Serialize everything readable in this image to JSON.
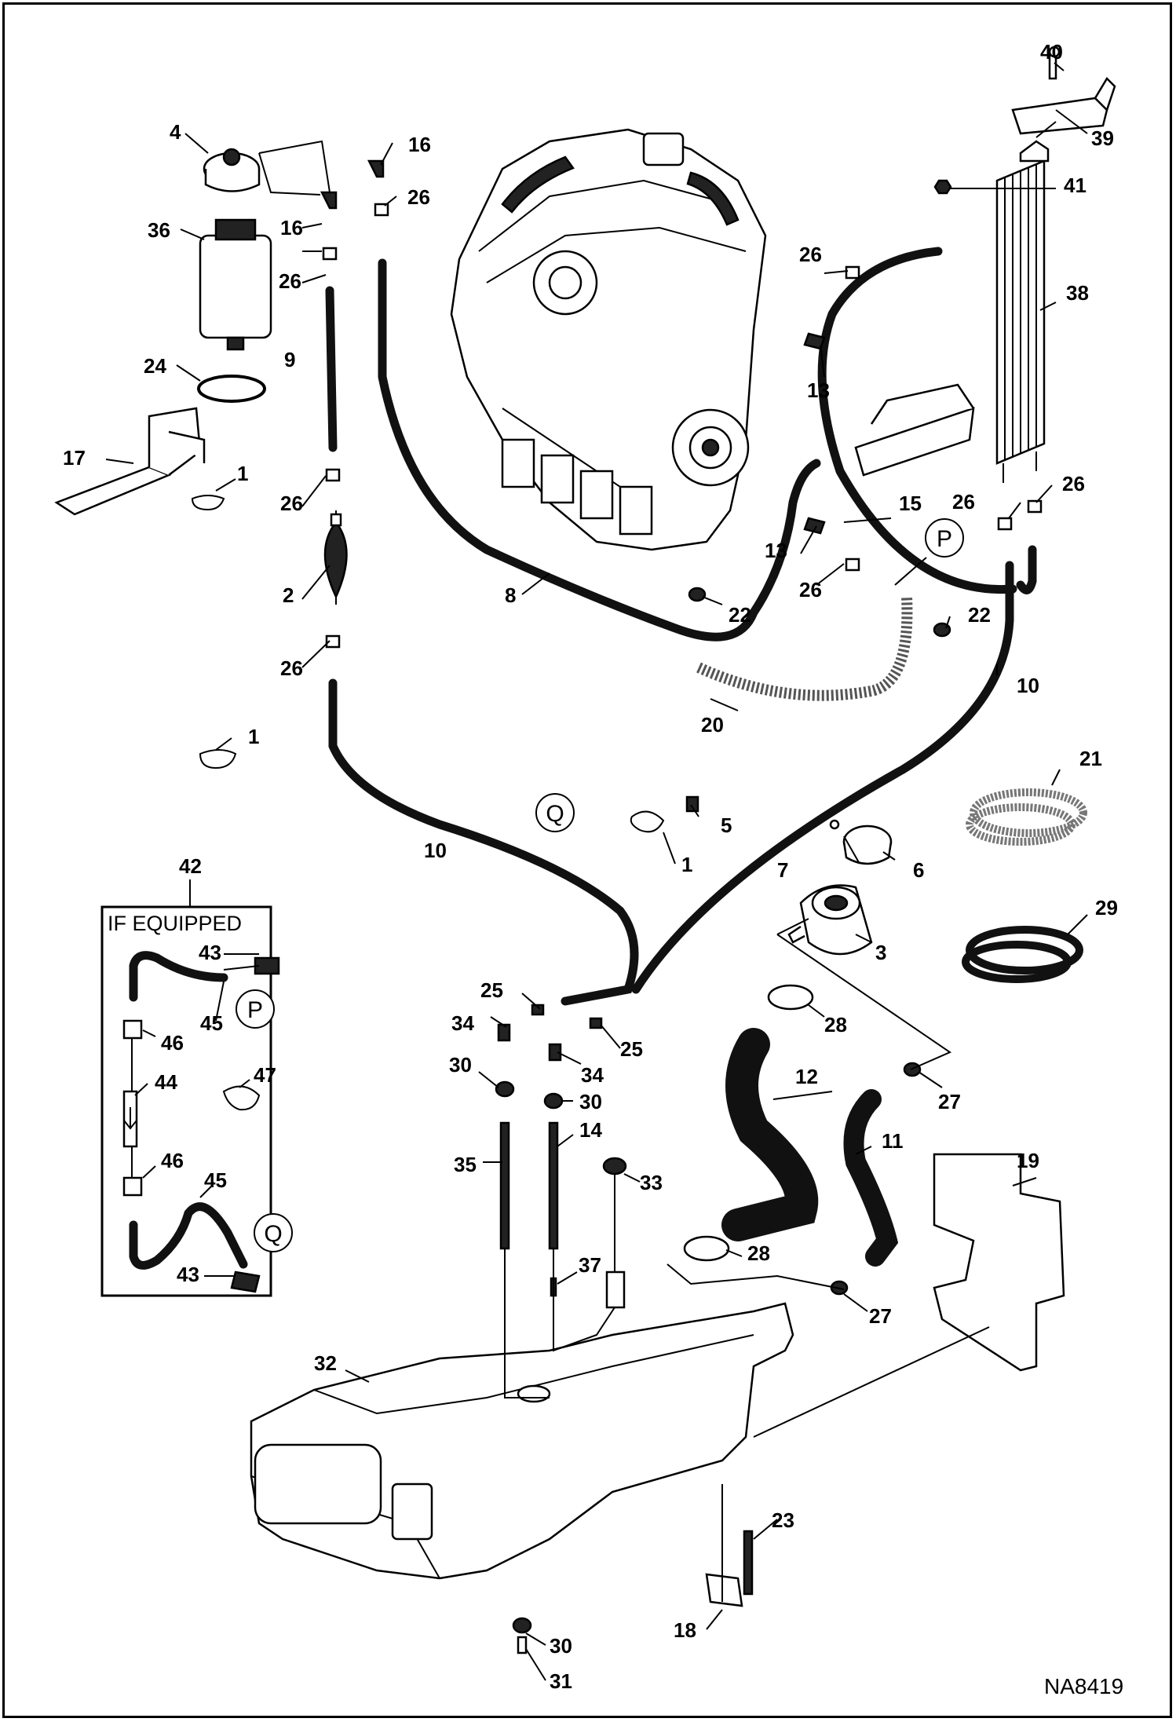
{
  "drawing_ref": "NA8419",
  "if_equipped_box": {
    "title": "IF EQUIPPED",
    "callout": "42"
  },
  "connection_markers": {
    "p": "P",
    "q": "Q"
  },
  "callouts": {
    "c1a": "1",
    "c1b": "1",
    "c1c": "1",
    "c2": "2",
    "c3": "3",
    "c4": "4",
    "c5": "5",
    "c6": "6",
    "c7": "7",
    "c8": "8",
    "c9": "9",
    "c10a": "10",
    "c10b": "10",
    "c11": "11",
    "c12": "12",
    "c13a": "13",
    "c13b": "13",
    "c14": "14",
    "c15": "15",
    "c16a": "16",
    "c16b": "16",
    "c17": "17",
    "c18": "18",
    "c19": "19",
    "c20": "20",
    "c21": "21",
    "c22a": "22",
    "c22b": "22",
    "c23": "23",
    "c24": "24",
    "c25a": "25",
    "c25b": "25",
    "c26a": "26",
    "c26b": "26",
    "c26c": "26",
    "c26d": "26",
    "c26e": "26",
    "c26f": "26",
    "c26g": "26",
    "c26h": "26",
    "c27a": "27",
    "c27b": "27",
    "c28a": "28",
    "c28b": "28",
    "c29": "29",
    "c30a": "30",
    "c30b": "30",
    "c30c": "30",
    "c31": "31",
    "c32": "32",
    "c33": "33",
    "c34a": "34",
    "c34b": "34",
    "c35": "35",
    "c36": "36",
    "c37": "37",
    "c38": "38",
    "c39": "39",
    "c40": "40",
    "c41": "41",
    "c43a": "43",
    "c43b": "43",
    "c44": "44",
    "c45a": "45",
    "c45b": "45",
    "c46a": "46",
    "c46b": "46",
    "c47": "47"
  }
}
